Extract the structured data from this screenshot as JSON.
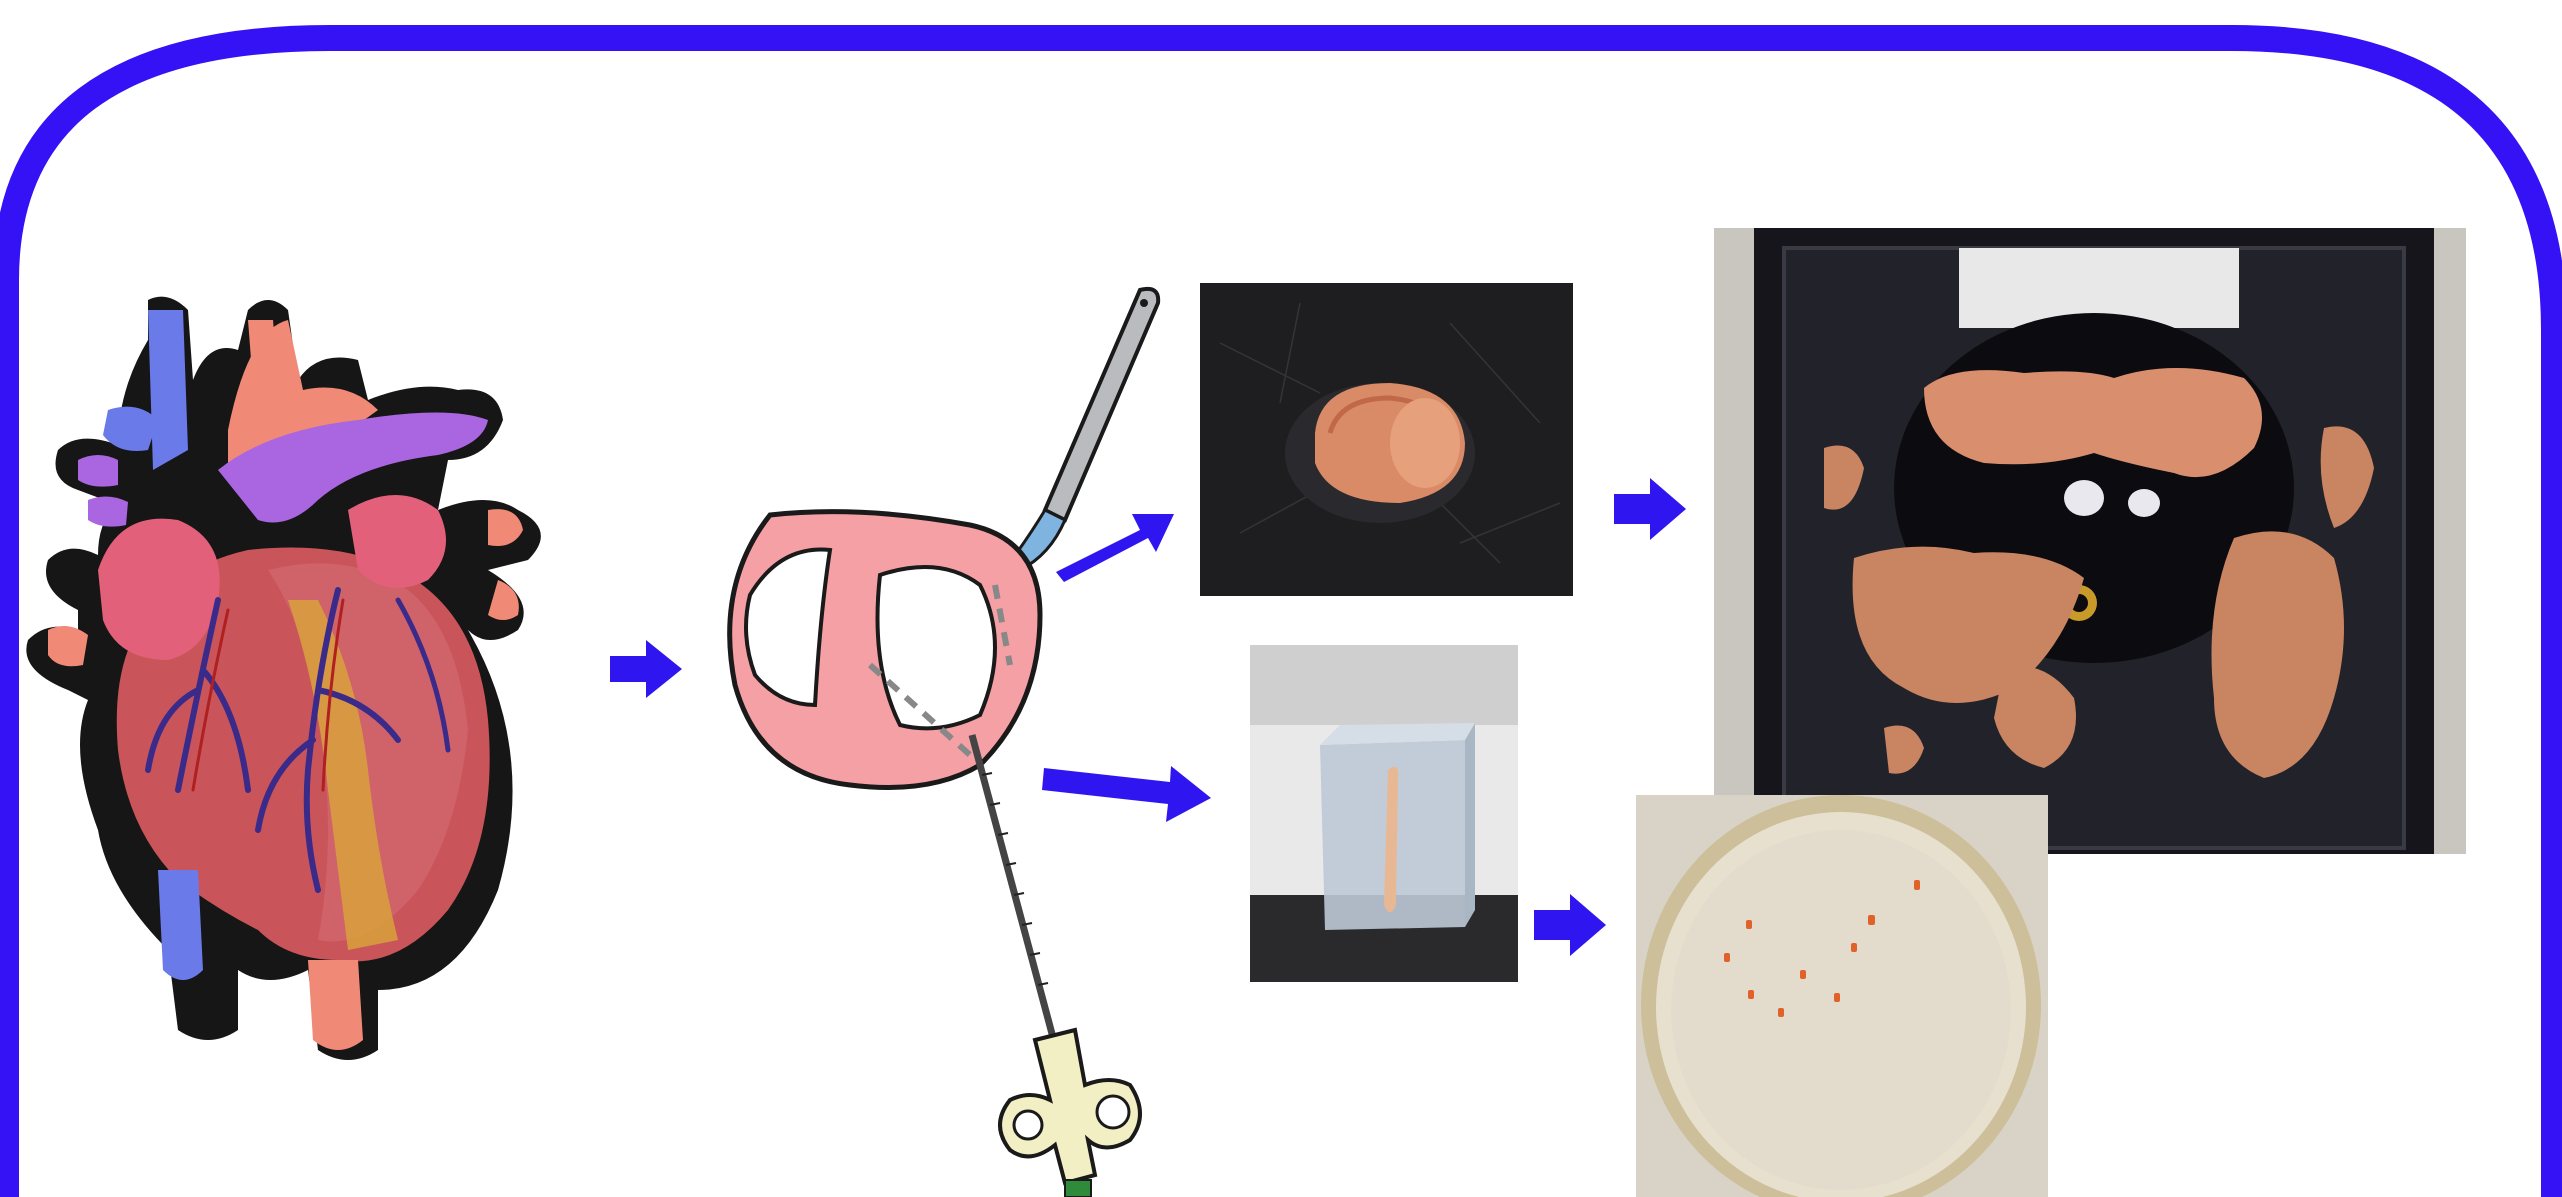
{
  "colors": {
    "frame_border": "#3412f5",
    "arrow": "#2f16f0",
    "heart_dark_outline": "#141414",
    "heart_red": "#c9555a",
    "heart_pink": "#e2607a",
    "heart_salmon": "#f08a76",
    "heart_vein_blue": "#6a7ae8",
    "heart_purple": "#a966e0",
    "tissue_slice_pink": "#f4a0a4",
    "photo_dark_background": "#1d1d1f",
    "tissue_orange": "#d98a66",
    "gel_block": "#bcc9d6",
    "petri_dish_beige": "#e8e0cf"
  },
  "icons": {
    "heart": "heart-illustration-icon",
    "scalpel": "scalpel-icon",
    "biopsy_needle": "biopsy-needle-icon",
    "cross_section": "heart-cross-section-icon",
    "arrow": "right-arrow-icon"
  },
  "photos": {
    "tissue_chunk": "tissue-chunk-photo",
    "tissue_slices": "vibratome-slices-photo",
    "gel_block": "embedded-biopsy-photo",
    "petri_dish": "petri-dish-samples-photo"
  }
}
